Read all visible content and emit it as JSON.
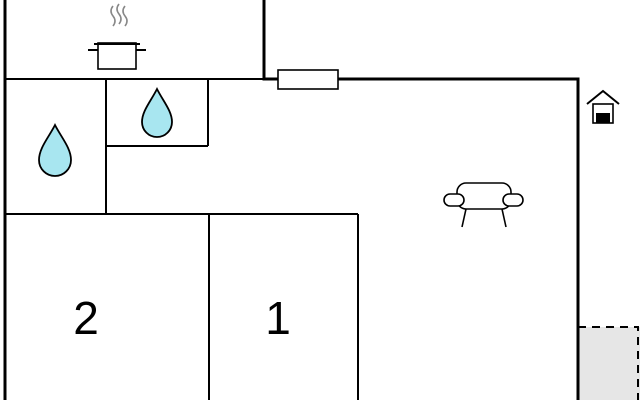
{
  "rooms": [
    {
      "id": "bedroom-2",
      "label": "2"
    },
    {
      "id": "bedroom-1",
      "label": "1"
    }
  ],
  "icons": {
    "kitchen": "cooking-pot-icon",
    "bathroom": "water-drop-icon",
    "toilet": "water-drop-icon",
    "living": "sofa-icon",
    "entrance": "house-entrance-icon"
  },
  "colors": {
    "wall": "#000000",
    "water": "#a8e6f0",
    "terrace": "#e6e6e6"
  }
}
